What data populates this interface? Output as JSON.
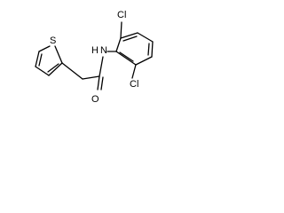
{
  "molecule": {
    "atoms": {
      "cl_top": "Cl",
      "cl_bottom": "Cl",
      "nh": "N",
      "nh_h": "H",
      "sulfur": "S",
      "carbonyl_o": "O"
    }
  }
}
